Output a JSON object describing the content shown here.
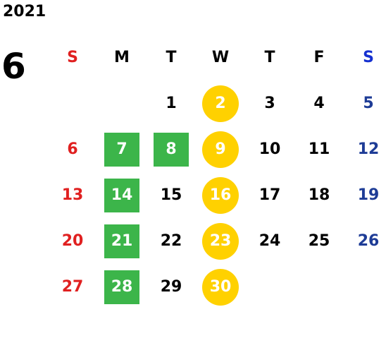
{
  "calendar": {
    "year": "2021",
    "month": "6",
    "weekdays": [
      {
        "label": "S",
        "color": "#e02020"
      },
      {
        "label": "M",
        "color": "#000000"
      },
      {
        "label": "T",
        "color": "#000000"
      },
      {
        "label": "W",
        "color": "#000000"
      },
      {
        "label": "T",
        "color": "#000000"
      },
      {
        "label": "F",
        "color": "#000000"
      },
      {
        "label": "S",
        "color": "#1530d0"
      }
    ],
    "colors": {
      "sunday": "#e02020",
      "saturday": "#1e3c96",
      "weekday": "#000000",
      "green_highlight": "#3cb54a",
      "yellow_highlight": "#ffd100"
    },
    "weeks": [
      [
        {
          "day": "",
          "mark": "none"
        },
        {
          "day": "",
          "mark": "none"
        },
        {
          "day": "1",
          "mark": "none"
        },
        {
          "day": "2",
          "mark": "yellow"
        },
        {
          "day": "3",
          "mark": "none"
        },
        {
          "day": "4",
          "mark": "none"
        },
        {
          "day": "5",
          "mark": "none"
        }
      ],
      [
        {
          "day": "6",
          "mark": "none"
        },
        {
          "day": "7",
          "mark": "green"
        },
        {
          "day": "8",
          "mark": "green"
        },
        {
          "day": "9",
          "mark": "yellow"
        },
        {
          "day": "10",
          "mark": "none"
        },
        {
          "day": "11",
          "mark": "none"
        },
        {
          "day": "12",
          "mark": "none"
        }
      ],
      [
        {
          "day": "13",
          "mark": "none"
        },
        {
          "day": "14",
          "mark": "green"
        },
        {
          "day": "15",
          "mark": "none"
        },
        {
          "day": "16",
          "mark": "yellow"
        },
        {
          "day": "17",
          "mark": "none"
        },
        {
          "day": "18",
          "mark": "none"
        },
        {
          "day": "19",
          "mark": "none"
        }
      ],
      [
        {
          "day": "20",
          "mark": "none"
        },
        {
          "day": "21",
          "mark": "green"
        },
        {
          "day": "22",
          "mark": "none"
        },
        {
          "day": "23",
          "mark": "yellow"
        },
        {
          "day": "24",
          "mark": "none"
        },
        {
          "day": "25",
          "mark": "none"
        },
        {
          "day": "26",
          "mark": "none"
        }
      ],
      [
        {
          "day": "27",
          "mark": "none"
        },
        {
          "day": "28",
          "mark": "green"
        },
        {
          "day": "29",
          "mark": "none"
        },
        {
          "day": "30",
          "mark": "yellow"
        },
        {
          "day": "",
          "mark": "none"
        },
        {
          "day": "",
          "mark": "none"
        },
        {
          "day": "",
          "mark": "none"
        }
      ]
    ]
  }
}
